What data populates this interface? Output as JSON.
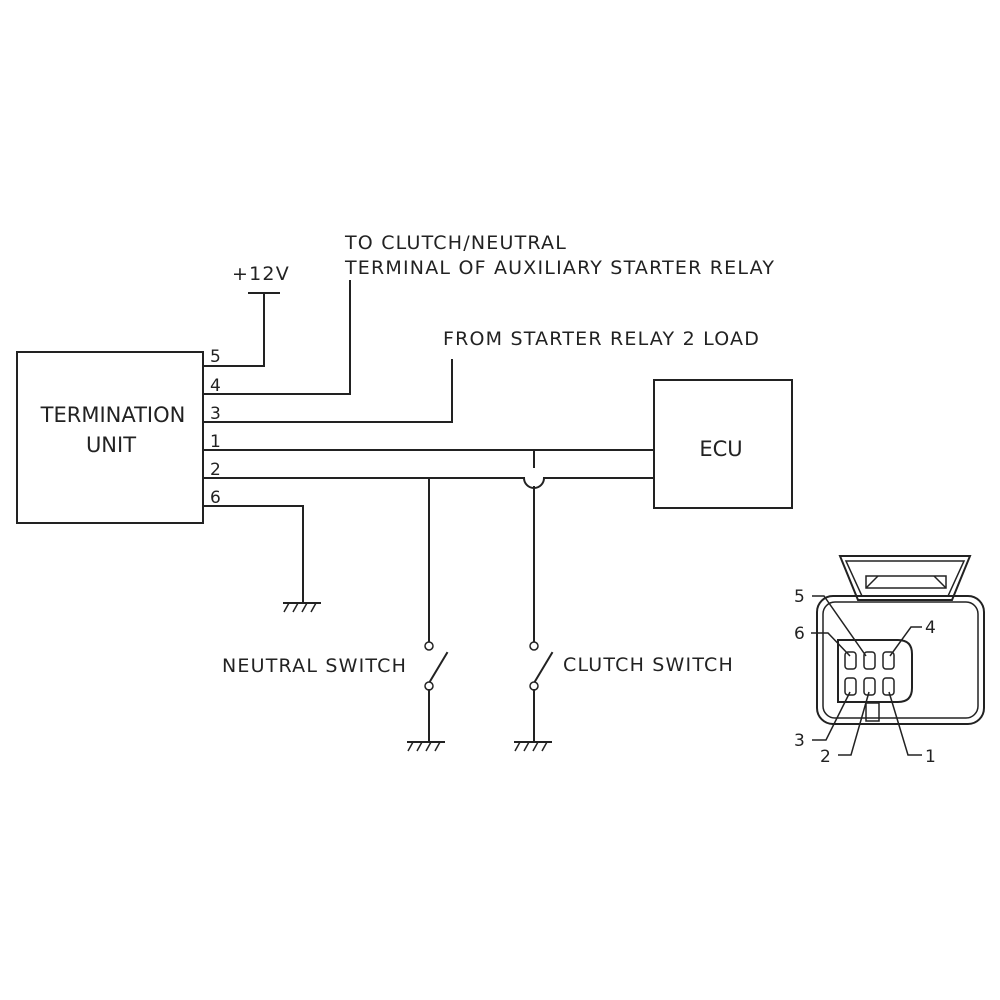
{
  "supply": {
    "label": "+12V"
  },
  "termination_unit": {
    "line1": "TERMINATION",
    "line2": "UNIT",
    "pins": [
      "5",
      "4",
      "3",
      "1",
      "2",
      "6"
    ]
  },
  "ecu": {
    "label": "ECU"
  },
  "clutch_neutral_note": {
    "line1": "TO CLUTCH/NEUTRAL",
    "line2": "TERMINAL OF AUXILIARY STARTER RELAY"
  },
  "starter_relay_note": {
    "label": "FROM STARTER RELAY 2 LOAD"
  },
  "switches": {
    "neutral": "NEUTRAL SWITCH",
    "clutch": "CLUTCH SWITCH"
  },
  "connector_pins": {
    "pin5": "5",
    "pin6": "6",
    "pin4": "4",
    "pin3": "3",
    "pin2": "2",
    "pin1": "1"
  }
}
